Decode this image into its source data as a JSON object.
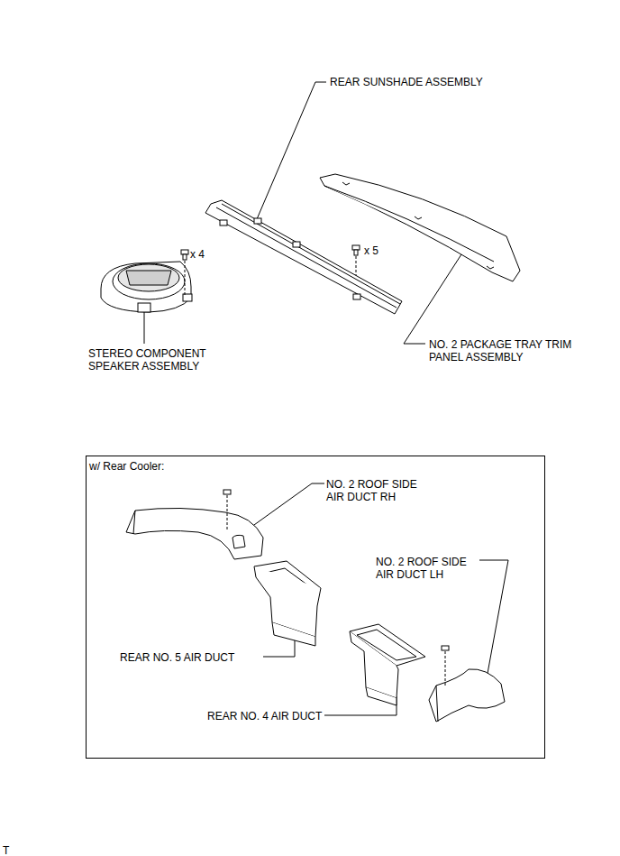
{
  "diagram": {
    "nodes": [
      {
        "text": [
          "w/ Rear Cooler:"
        ]
      }
    ],
    "labels": [
      "REAR SUNSHADE ASSEMBLY",
      "x 4",
      "x 5",
      "STEREO COMPONENT SPEAKER ASSEMBLY",
      "NO. 2 PACKAGE TRAY TRIM PANEL ASSEMBLY",
      "NO. 2 ROOF SIDE AIR DUCT RH",
      "REAR NO. 5 AIR DUCT",
      "NO. 2 ROOF SIDE AIR DUCT LH",
      "REAR NO. 4 AIR DUCT",
      "T"
    ]
  }
}
